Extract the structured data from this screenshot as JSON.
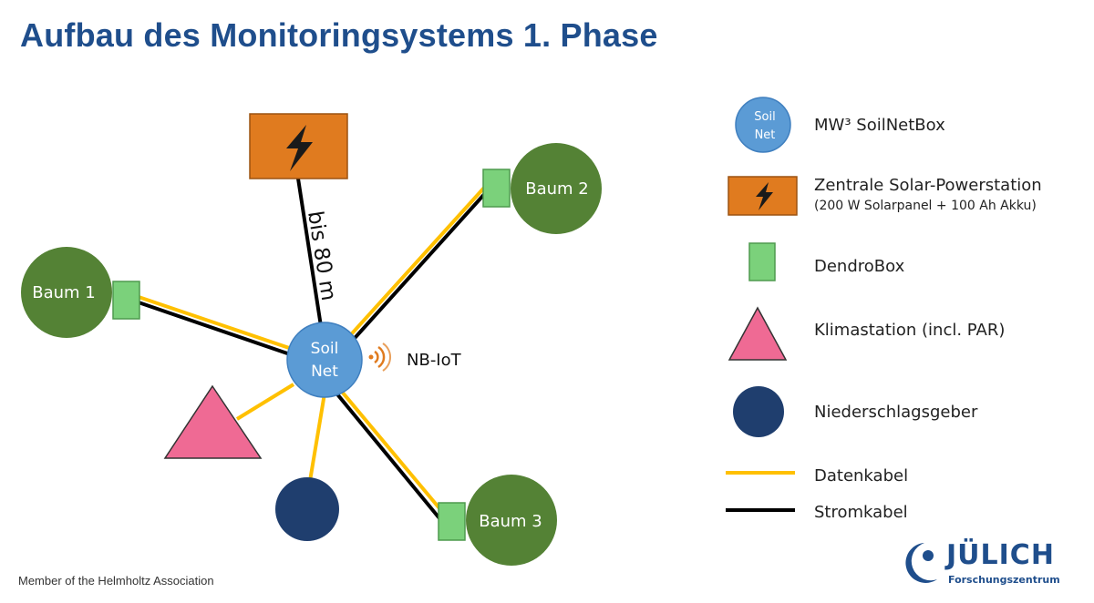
{
  "title": "Aufbau des Monitoringsystems 1. Phase",
  "diagram": {
    "hub_label_line1": "Soil",
    "hub_label_line2": "Net",
    "tree1": "Baum 1",
    "tree2": "Baum 2",
    "tree3": "Baum 3",
    "distance_label": "bis 80 m",
    "nbiot_label": "NB-IoT"
  },
  "legend": {
    "soilnet_icon_line1": "Soil",
    "soilnet_icon_line2": "Net",
    "soilnetbox": "MW³ SoilNetBox",
    "solar": "Zentrale Solar-Powerstation",
    "solar_detail": "(200 W Solarpanel + 100 Ah Akku)",
    "dendrobox": "DendroBox",
    "klimastation": "Klimastation (incl. PAR)",
    "niederschlag": "Niederschlagsgeber",
    "datenkabel": "Datenkabel",
    "stromkabel": "Stromkabel"
  },
  "footer": "Member of the Helmholtz Association",
  "logo": {
    "word": "JÜLICH",
    "sub": "Forschungszentrum"
  },
  "colors": {
    "title": "#1f4e8c",
    "tree": "#548235",
    "soilnet": "#5b9bd5",
    "solar": "#e07b1f",
    "dendro": "#7bd17b",
    "klima": "#ef6a94",
    "rain": "#1f3e6e",
    "data_cable": "#ffc000",
    "power_cable": "#000000"
  }
}
